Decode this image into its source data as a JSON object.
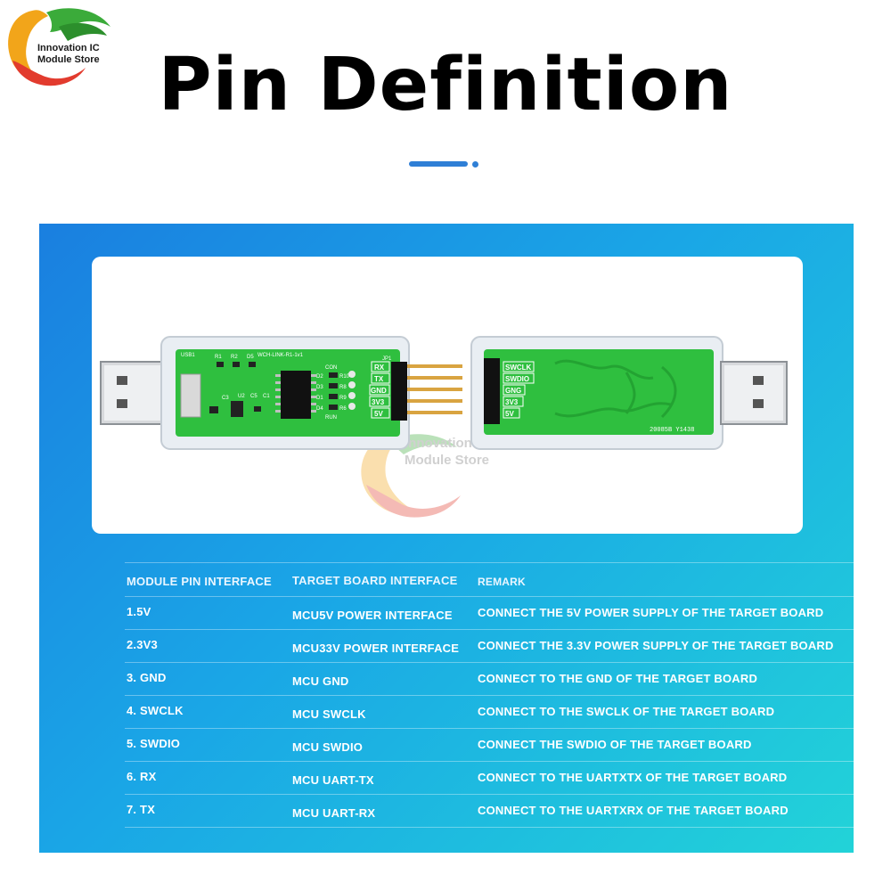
{
  "logo": {
    "line1": "Innovation IC",
    "line2": "Module Store"
  },
  "title": "Pin Definition",
  "photo": {
    "watermark_line1": "Innovation IC",
    "watermark_line2": "Module Store",
    "left_board": {
      "pins": [
        "RX",
        "TX",
        "GND",
        "3V3",
        "5V"
      ],
      "silk_top": "WCH-LINK-R1-1v1",
      "usb_label": "USB1",
      "parts_top": [
        "R1",
        "R2",
        "D5"
      ],
      "parts_bottom": [
        "C3",
        "U2",
        "C5",
        "C1"
      ],
      "con_label": "CON",
      "run_label": "RUN",
      "jp_label": "JP1",
      "led_labels": [
        "D2",
        "D3",
        "D1",
        "D4"
      ],
      "res_labels": [
        "R10",
        "R8",
        "R9",
        "R6"
      ]
    },
    "right_board": {
      "pins": [
        "SWCLK",
        "SWDIO",
        "GNG",
        "3V3",
        "5V"
      ],
      "code": "20085B Y1438"
    }
  },
  "table": {
    "headers": [
      "MODULE PIN INTERFACE",
      "TARGET BOARD INTERFACE",
      "REMARK"
    ],
    "rows": [
      {
        "pin": "1.5V",
        "target": "MCU5V POWER INTERFACE",
        "remark": "CONNECT THE 5V POWER SUPPLY OF THE TARGET BOARD"
      },
      {
        "pin": "2.3V3",
        "target": "MCU33V POWER INTERFACE",
        "remark": "CONNECT THE 3.3V POWER SUPPLY OF THE TARGET BOARD"
      },
      {
        "pin": "3. GND",
        "target": "MCU GND",
        "remark": "CONNECT TO THE GND OF THE TARGET BOARD"
      },
      {
        "pin": "4. SWCLK",
        "target": "MCU SWCLK",
        "remark": "CONNECT TO THE SWCLK OF THE TARGET BOARD"
      },
      {
        "pin": "5. SWDIO",
        "target": "MCU SWDIO",
        "remark": "CONNECT THE SWDIO OF THE TARGET BOARD"
      },
      {
        "pin": "6. RX",
        "target": "MCU UART-TX",
        "remark": "CONNECT TO THE UARTXTX OF THE TARGET BOARD"
      },
      {
        "pin": "7. TX",
        "target": "MCU UART-RX",
        "remark": "CONNECT TO THE UARTXRX OF THE TARGET BOARD"
      }
    ]
  },
  "colors": {
    "accent": "#2f7fd6",
    "panel_start": "#1a7fe0",
    "panel_end": "#22d3d8",
    "pcb": "#2fbf3f"
  }
}
